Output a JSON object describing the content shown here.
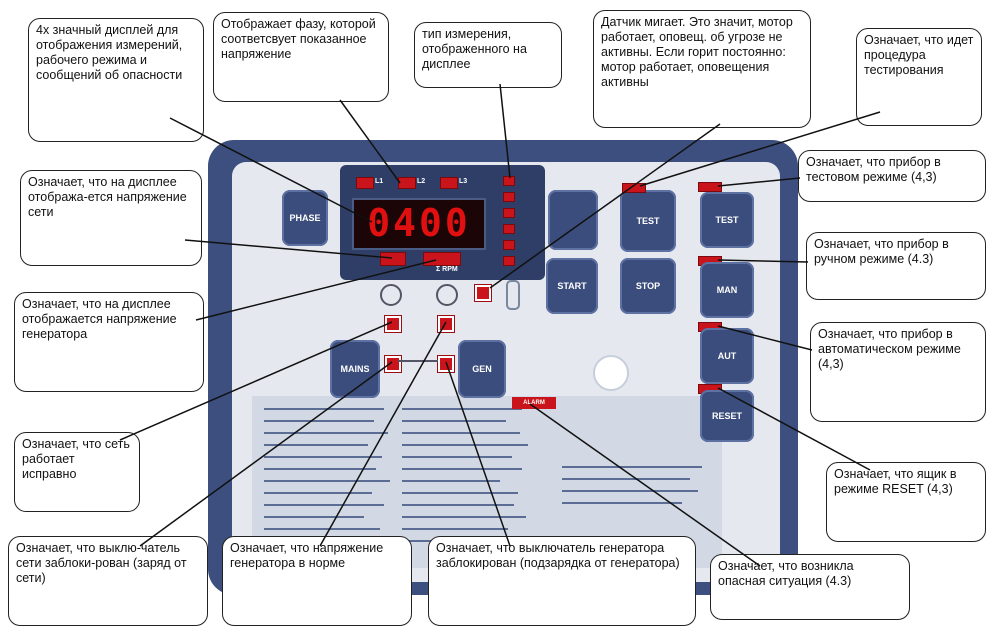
{
  "callouts": {
    "display": "4х значный дисплей для отображения измерений, рабочего режима и сообщений об опасности",
    "phase": "Отображает фазу, которой соответсвует показанное напряжение",
    "measure_type": "тип измерения, отображенного на дисплее",
    "sensor": "Датчик мигает. Это значит, мотор работает, оповещ. об угрозе не активны. Если горит постоянно: мотор работает, оповещения активны",
    "testing": "Означает, что идет процедура тестирования",
    "test_mode": "Означает, что прибор в тестовом режиме (4,3)",
    "mains_voltage": "Означает, что на дисплее отобража-ется напряжение сети",
    "manual_mode": "Означает, что прибор в ручном режиме (4.3)",
    "gen_voltage": "Означает, что на дисплее отображается напряжение генератора",
    "auto_mode": "Означает, что прибор в автоматическом режиме (4,3)",
    "mains_ok": "Означает, что сеть работает исправно",
    "reset_mode": "Означает, что ящик в режиме RESET (4,3)",
    "mains_breaker": "Означает, что выклю-чатель сети заблоки-рован (заряд от сети)",
    "gen_ok": "Означает, что напряжение генератора в норме",
    "gen_breaker": "Означает, что выключатель генератора заблокирован (подзарядка от генератора)",
    "alarm": "Означает, что возникла опасная ситуация (4.3)"
  },
  "panel": {
    "display_value": "0400",
    "phase_leds": [
      "L1",
      "L2",
      "L3"
    ],
    "phase_button": "PHASE",
    "left_buttons": [
      "MAINS",
      "GEN"
    ],
    "center_buttons": [
      "TEST",
      "START",
      "STOP"
    ],
    "right_buttons": [
      "TEST",
      "MAN",
      "AUT",
      "RESET"
    ],
    "alarm_label": "ALARM",
    "display_sub_label": "Σ RPM"
  },
  "colors": {
    "panel": "#3c4f7e",
    "face": "#e5e9ef",
    "led": "#c8141a"
  }
}
